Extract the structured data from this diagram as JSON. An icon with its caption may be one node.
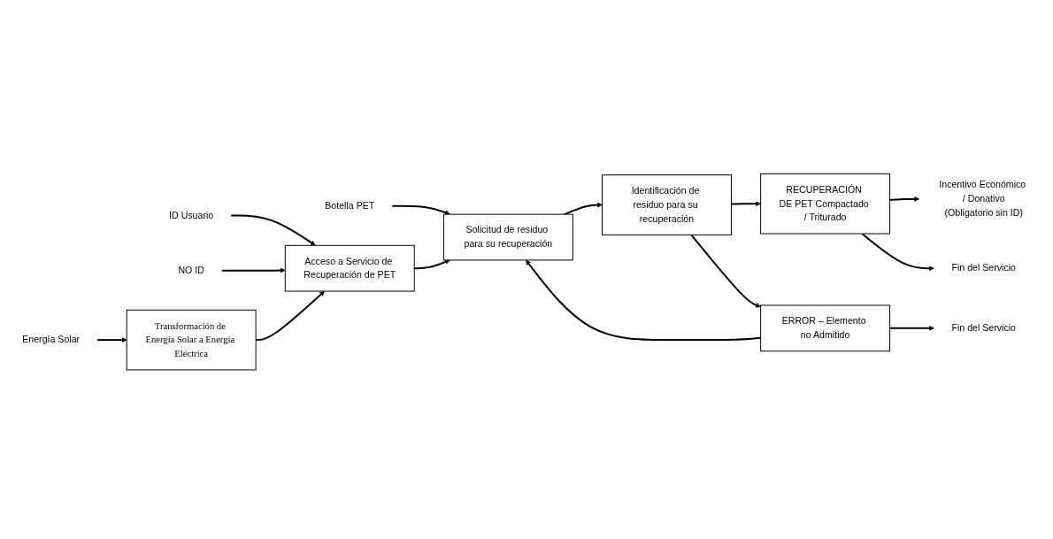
{
  "diagram": {
    "nodes": [
      {
        "text": [
          "ID Usuario"
        ]
      },
      {
        "text": [
          "NO ID"
        ]
      },
      {
        "text": [
          "Acceso a Servicio de Recuperación de PET"
        ]
      },
      {
        "text": [
          "Botella PET"
        ]
      },
      {
        "text": [
          "Solicitud de residuo para su recuperación"
        ]
      },
      {
        "text": [
          "Identificación de residuo para su recuperación"
        ]
      },
      {
        "text": [
          "RECUPERACIÓN DE PET Compactado / Triturado"
        ]
      },
      {
        "text": [
          "Incentivo Económico / Donativo",
          "(Obligatorio sin ID)"
        ]
      },
      {
        "text": [
          "Fin del Servicio"
        ]
      },
      {
        "text": [
          "Transformación de Energía Solar a Energía Eléctrica"
        ]
      },
      {
        "text": [
          "Energía Solar"
        ]
      },
      {
        "text": [
          "ERROR – Elemento no Admitido"
        ]
      },
      {
        "text": [
          "Fin del Servicio"
        ]
      }
    ],
    "edges": [
      {
        "from": 0,
        "to": 2,
        "arrow": "to"
      },
      {
        "from": 1,
        "to": 2,
        "arrow": "to"
      },
      {
        "from": 3,
        "to": 4,
        "arrow": "to"
      },
      {
        "from": 2,
        "to": 4,
        "arrow": "to"
      },
      {
        "from": 4,
        "to": 5,
        "arrow": "to"
      },
      {
        "from": 5,
        "to": 6,
        "arrow": "to"
      },
      {
        "from": 6,
        "to": 7,
        "arrow": "to"
      },
      {
        "from": 6,
        "to": 8,
        "arrow": "to"
      },
      {
        "from": 5,
        "to": 11,
        "arrow": "to"
      },
      {
        "from": 11,
        "to": 4,
        "arrow": "to"
      },
      {
        "from": 11,
        "to": 12,
        "arrow": "to"
      },
      {
        "from": 9,
        "to": 2,
        "arrow": "to"
      },
      {
        "from": 10,
        "to": 9,
        "arrow": "to"
      }
    ]
  }
}
